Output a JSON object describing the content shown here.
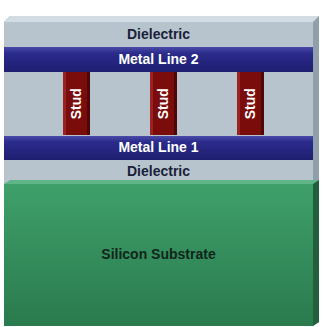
{
  "diagram": {
    "nodes": [
      {
        "text": [
          "Dielectric"
        ]
      },
      {
        "text": [
          "Metal Line 2"
        ]
      },
      {
        "text": [
          "Stud"
        ]
      },
      {
        "text": [
          "Stud"
        ]
      },
      {
        "text": [
          "Stud"
        ]
      },
      {
        "text": [
          "Metal Line 1"
        ]
      },
      {
        "text": [
          "Dielectric"
        ]
      },
      {
        "text": [
          "Silicon Substrate"
        ]
      }
    ]
  }
}
